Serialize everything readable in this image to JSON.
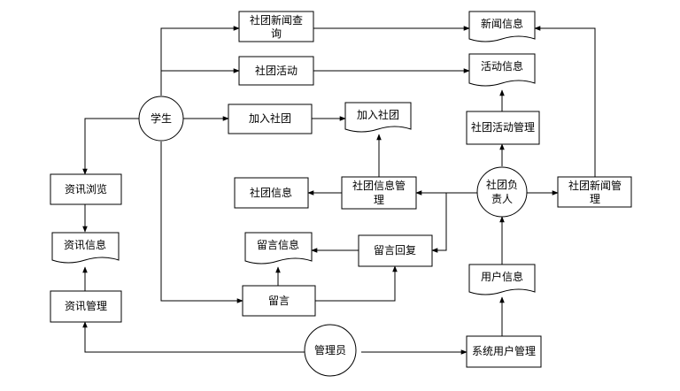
{
  "nodes": {
    "student": "学生",
    "admin": "管理员",
    "leader_line1": "社团负",
    "leader_line2": "责人",
    "club_news_query_line1": "社团新闻查",
    "club_news_query_line2": "询",
    "club_activity": "社团活动",
    "join_club_process": "加入社团",
    "join_club_doc": "加入社团",
    "news_info_doc": "新闻信息",
    "activity_info_doc": "活动信息",
    "club_activity_mgmt": "社团活动管理",
    "club_news_mgmt_line1": "社团新闻管",
    "club_news_mgmt_line2": "理",
    "club_info_mgmt_line1": "社团信息管",
    "club_info_mgmt_line2": "理",
    "club_info": "社团信息",
    "info_browse": "资讯浏览",
    "info_doc": "资讯信息",
    "info_mgmt": "资讯管理",
    "message_doc": "留言信息",
    "message_reply": "留言回复",
    "message": "留言",
    "user_info_doc": "用户信息",
    "system_user_mgmt": "系统用户管理"
  }
}
